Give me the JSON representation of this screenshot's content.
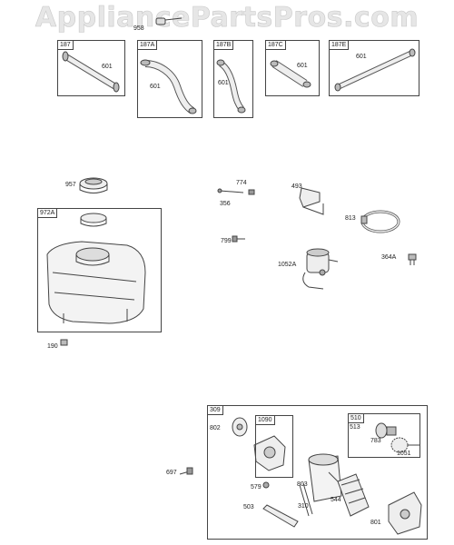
{
  "watermark": "AppliancePartsPros.com",
  "boxes": {
    "b187": "187",
    "b187A": "187A",
    "b187B": "187B",
    "b187C": "187C",
    "b187E": "187E",
    "b972A": "972A",
    "b309": "309",
    "b1090": "1090",
    "b510": "510"
  },
  "labels": {
    "p958": "958",
    "p601a": "601",
    "p601b": "601",
    "p601c": "601",
    "p601d": "601",
    "p601e": "601",
    "p957": "957",
    "p774": "774",
    "p356": "356",
    "p493": "493",
    "p813": "813",
    "p799": "799",
    "p1052A": "1052A",
    "p364A": "364A",
    "p190": "190",
    "p802": "802",
    "p513": "513",
    "p783": "783",
    "p1051": "1051",
    "p697": "697",
    "p579": "579",
    "p803": "803",
    "p544": "544",
    "p503": "503",
    "p310": "310",
    "p801": "801"
  }
}
